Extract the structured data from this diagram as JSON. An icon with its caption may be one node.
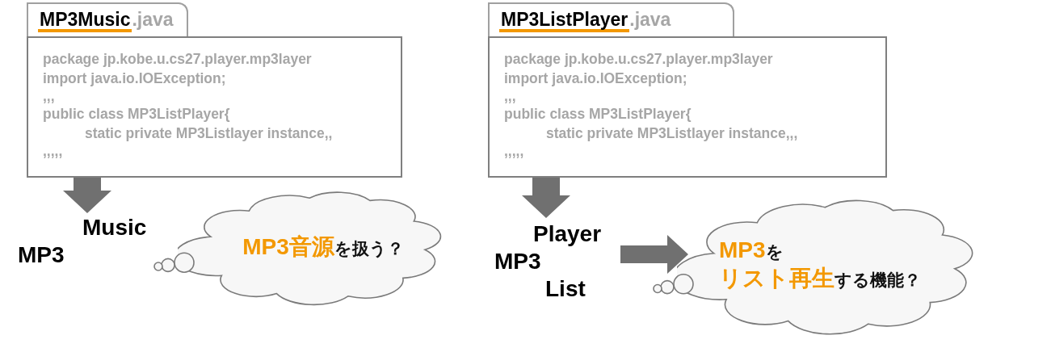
{
  "diagram": {
    "nodes": [
      {
        "text": [
          "MP3Music.java",
          "package jp.kobe.u.cs27.player.mp3layer",
          "import java.io.IOException;",
          ",,,",
          "public class MP3ListPlayer{",
          "static private MP3Listlayer instance,,",
          ",,,,,"
        ]
      },
      {
        "text": [
          "Music",
          "MP3"
        ]
      },
      {
        "text": [
          "**MP3音源**を扱う？"
        ]
      },
      {
        "text": [
          "MP3ListPlayer.java",
          "package jp.kobe.u.cs27.player.mp3layer",
          "import java.io.IOException;",
          ",,,",
          "public class MP3ListPlayer{",
          "static private MP3Listlayer instance,,,",
          ",,,,,"
        ]
      },
      {
        "text": [
          "Player",
          "MP3",
          "List"
        ]
      },
      {
        "text": [
          "**MP3**を",
          "**リスト再生**する機能？"
        ]
      }
    ],
    "edges": [
      {
        "from": 0,
        "to": 1,
        "arrow": "to"
      },
      {
        "from": 3,
        "to": 4,
        "arrow": "to"
      },
      {
        "from": 4,
        "to": 5,
        "arrow": "to"
      }
    ]
  }
}
